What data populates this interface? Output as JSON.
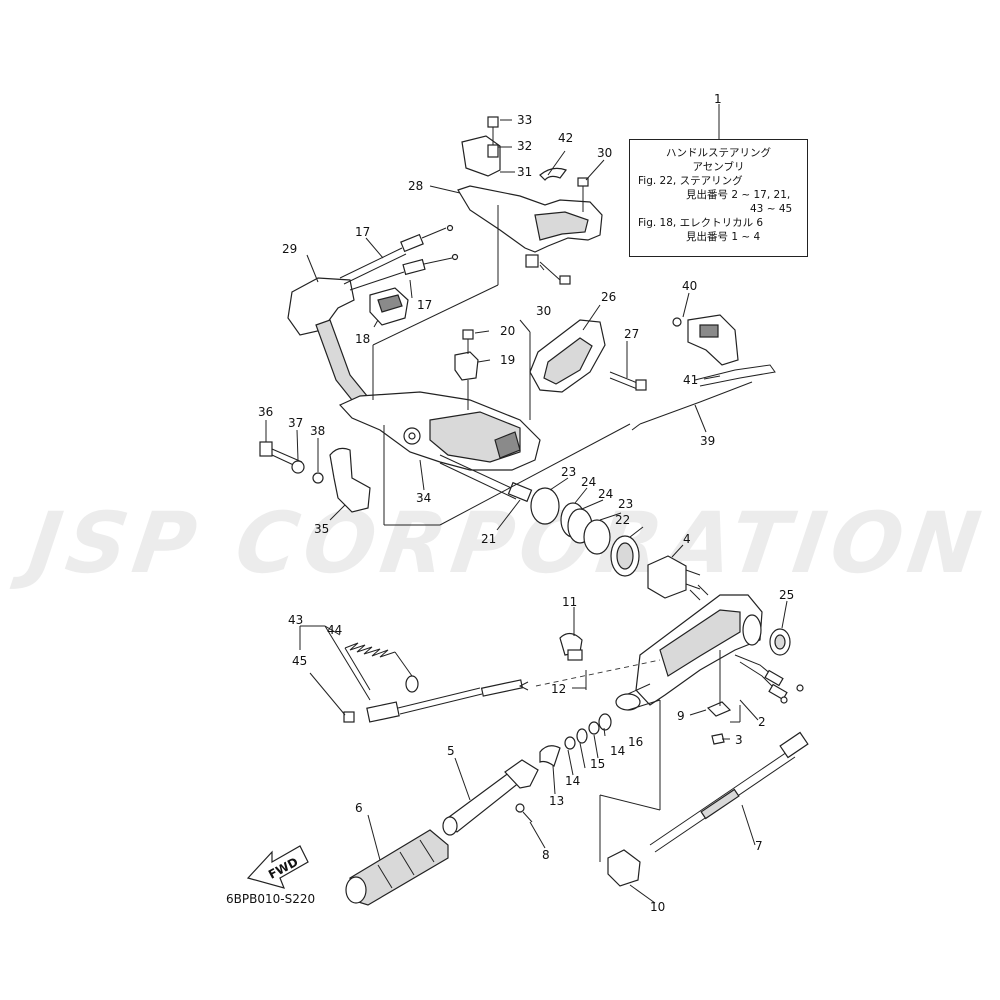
{
  "watermark": "JSP CORPORATION",
  "drawing_code": "6BPB010-S220",
  "fwd_label": "FWD",
  "note": {
    "title_line1": "ハンドルステアリング",
    "title_line2": "アセンブリ",
    "line1": "Fig. 22, ステアリング",
    "line2": "見出番号 2 ~ 17, 21,",
    "line3": "43 ~ 45",
    "line4": "Fig. 18, エレクトリカル 6",
    "line5": "見出番号 1 ~ 4"
  },
  "callouts": [
    "1",
    "2",
    "3",
    "4",
    "5",
    "6",
    "7",
    "8",
    "9",
    "10",
    "11",
    "12",
    "13",
    "14",
    "14",
    "15",
    "16",
    "17",
    "17",
    "18",
    "19",
    "20",
    "21",
    "22",
    "23",
    "23",
    "24",
    "24",
    "25",
    "26",
    "27",
    "28",
    "29",
    "30",
    "30",
    "31",
    "32",
    "33",
    "34",
    "35",
    "36",
    "37",
    "38",
    "39",
    "40",
    "41",
    "42",
    "43",
    "44",
    "45"
  ]
}
